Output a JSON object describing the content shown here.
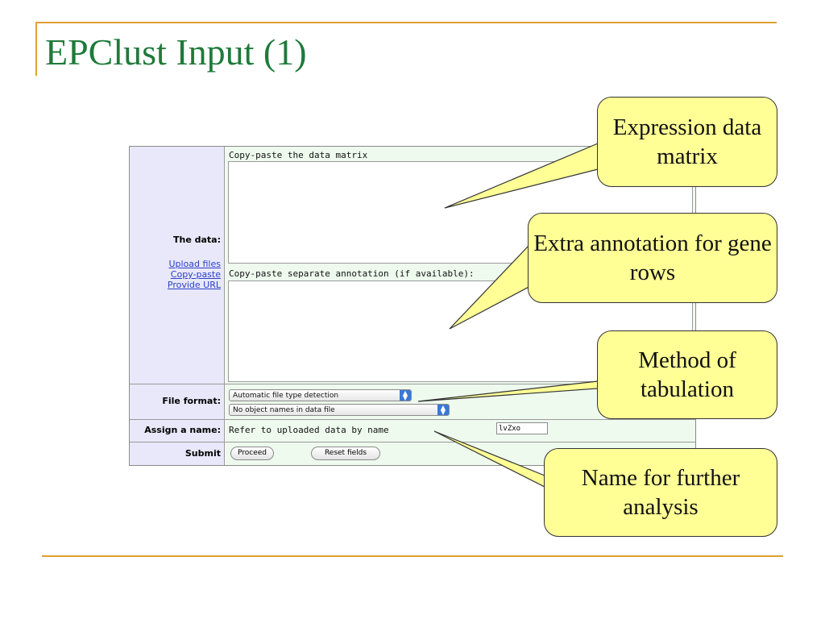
{
  "slide": {
    "title": "EPClust Input (1)"
  },
  "form": {
    "data_label": "The data:",
    "links": [
      "Upload files",
      "Copy-paste",
      "Provide URL"
    ],
    "matrix_label": "Copy-paste the data matrix",
    "annotation_label": "Copy-paste separate annotation (if available):",
    "file_format_label": "File format:",
    "file_type_select": "Automatic file type detection",
    "object_names_select": "No object names in data file",
    "assign_label": "Assign a name:",
    "assign_text": "Refer to uploaded data by name",
    "name_value": "lvZxo",
    "submit_label": "Submit",
    "proceed_button": "Proceed",
    "reset_button": "Reset fields"
  },
  "callouts": {
    "expression": "Expression data matrix",
    "annotation": "Extra annotation for gene rows",
    "method": "Method of tabulation",
    "name": "Name for further analysis"
  },
  "colors": {
    "title": "#1f7a3a",
    "accent_line": "#e0a030",
    "callout_fill": "#ffff96",
    "label_cell": "#e8e8fa",
    "input_cell": "#eefaee",
    "link": "#2b3fc8",
    "select_arrow": "#3a78d8"
  },
  "icons": {
    "select_arrow": "up-down-arrows-icon"
  }
}
